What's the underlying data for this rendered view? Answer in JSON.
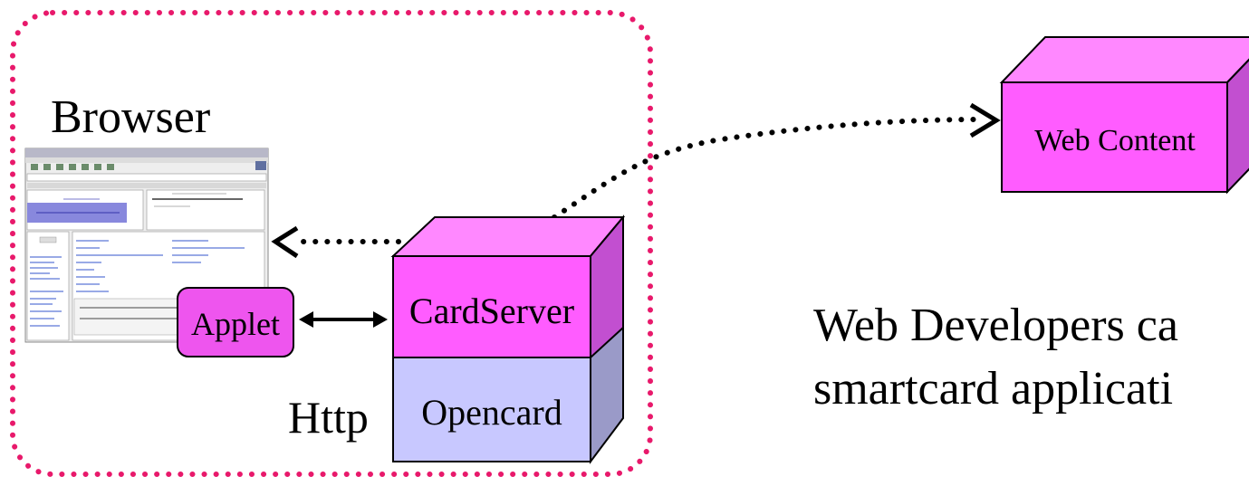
{
  "browser": {
    "label": "Browser"
  },
  "web_content": {
    "label": "Web Content"
  },
  "applet": {
    "label": "Applet"
  },
  "card_server": {
    "label": "CardServer"
  },
  "opencard": {
    "label": "Opencard"
  },
  "http": {
    "label": "Http"
  },
  "caption": {
    "line1": "Web Developers ca",
    "line2": "smartcard applicati"
  },
  "colors": {
    "dotted_boundary": "#e8196b",
    "magenta_front": "#ff5cff",
    "magenta_top": "#ff88ff",
    "magenta_side": "#c24fd0",
    "lavender_front": "#c8c8ff",
    "lavender_side": "#9a9ac8",
    "applet_fill": "#ee55ee"
  }
}
